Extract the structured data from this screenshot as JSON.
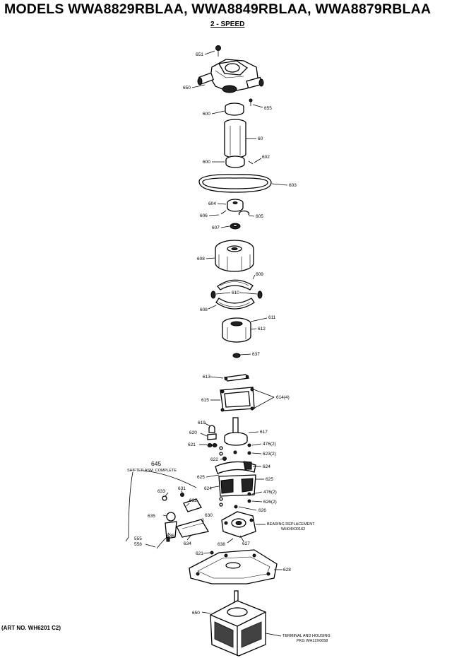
{
  "header": {
    "title": "MODELS WWA8829RBLAA, WWA8849RBLAA, WWA8879RBLAA",
    "subtitle": "2 - SPEED"
  },
  "footer": {
    "art_number": "(ART NO. WH6201 C2)"
  },
  "labels": {
    "l651": "651",
    "l650": "650",
    "l655": "655",
    "l600a": "600",
    "l60": "60",
    "l602": "602",
    "l600b": "600",
    "l603": "603",
    "l604": "604",
    "l606": "606",
    "l605": "605",
    "l607": "607",
    "l608": "608",
    "l609": "609",
    "l610": "610",
    "l608b": "608",
    "l611": "611",
    "l612": "612",
    "l637": "637",
    "l613": "613",
    "l615": "615",
    "l614": "614(4)",
    "l619": "619",
    "l620": "620",
    "l621a": "621",
    "l617": "617",
    "l476a": "476(2)",
    "l623a": "623(2)",
    "l622": "622",
    "l624": "624",
    "l625a": "625",
    "l625b": "625",
    "l624b": "624",
    "l476b": "476(2)",
    "l626b": "626(2)",
    "l626": "626",
    "l645": "645",
    "l645desc": "SHIFTER ASM. COMPLETE",
    "l633": "633",
    "l631": "631",
    "l632": "632",
    "l635": "635",
    "l630": "630",
    "l555": "555",
    "l558": "558",
    "l636": "636",
    "l634": "634",
    "l627": "627",
    "l638": "638",
    "bearing1": "BEARING REPLACEMENT",
    "bearing2": "WH04X00162",
    "l621b": "621",
    "l628": "628",
    "l650b": "650",
    "terminal1": "TERMINAL AND HOUSING",
    "terminal2": "PKG WH12X0658"
  }
}
